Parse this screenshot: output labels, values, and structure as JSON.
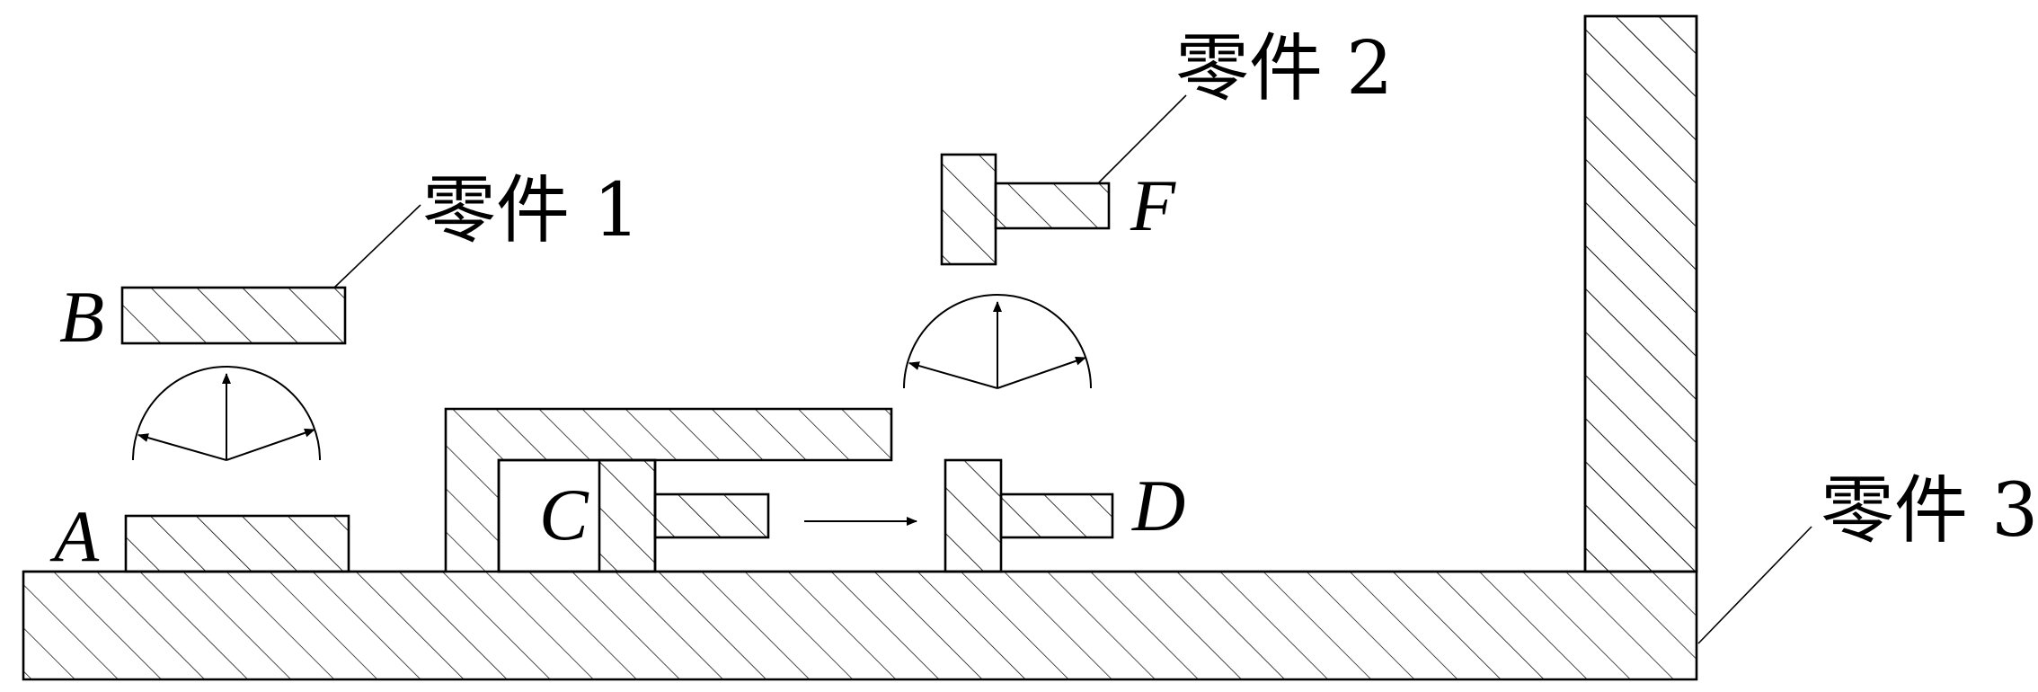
{
  "labels": {
    "part1": "零件 1",
    "part2": "零件 2",
    "part3": "零件 3",
    "A": "A",
    "B": "B",
    "C": "C",
    "D": "D",
    "F": "F"
  },
  "colors": {
    "stroke": "#000000",
    "background": "#ffffff"
  }
}
